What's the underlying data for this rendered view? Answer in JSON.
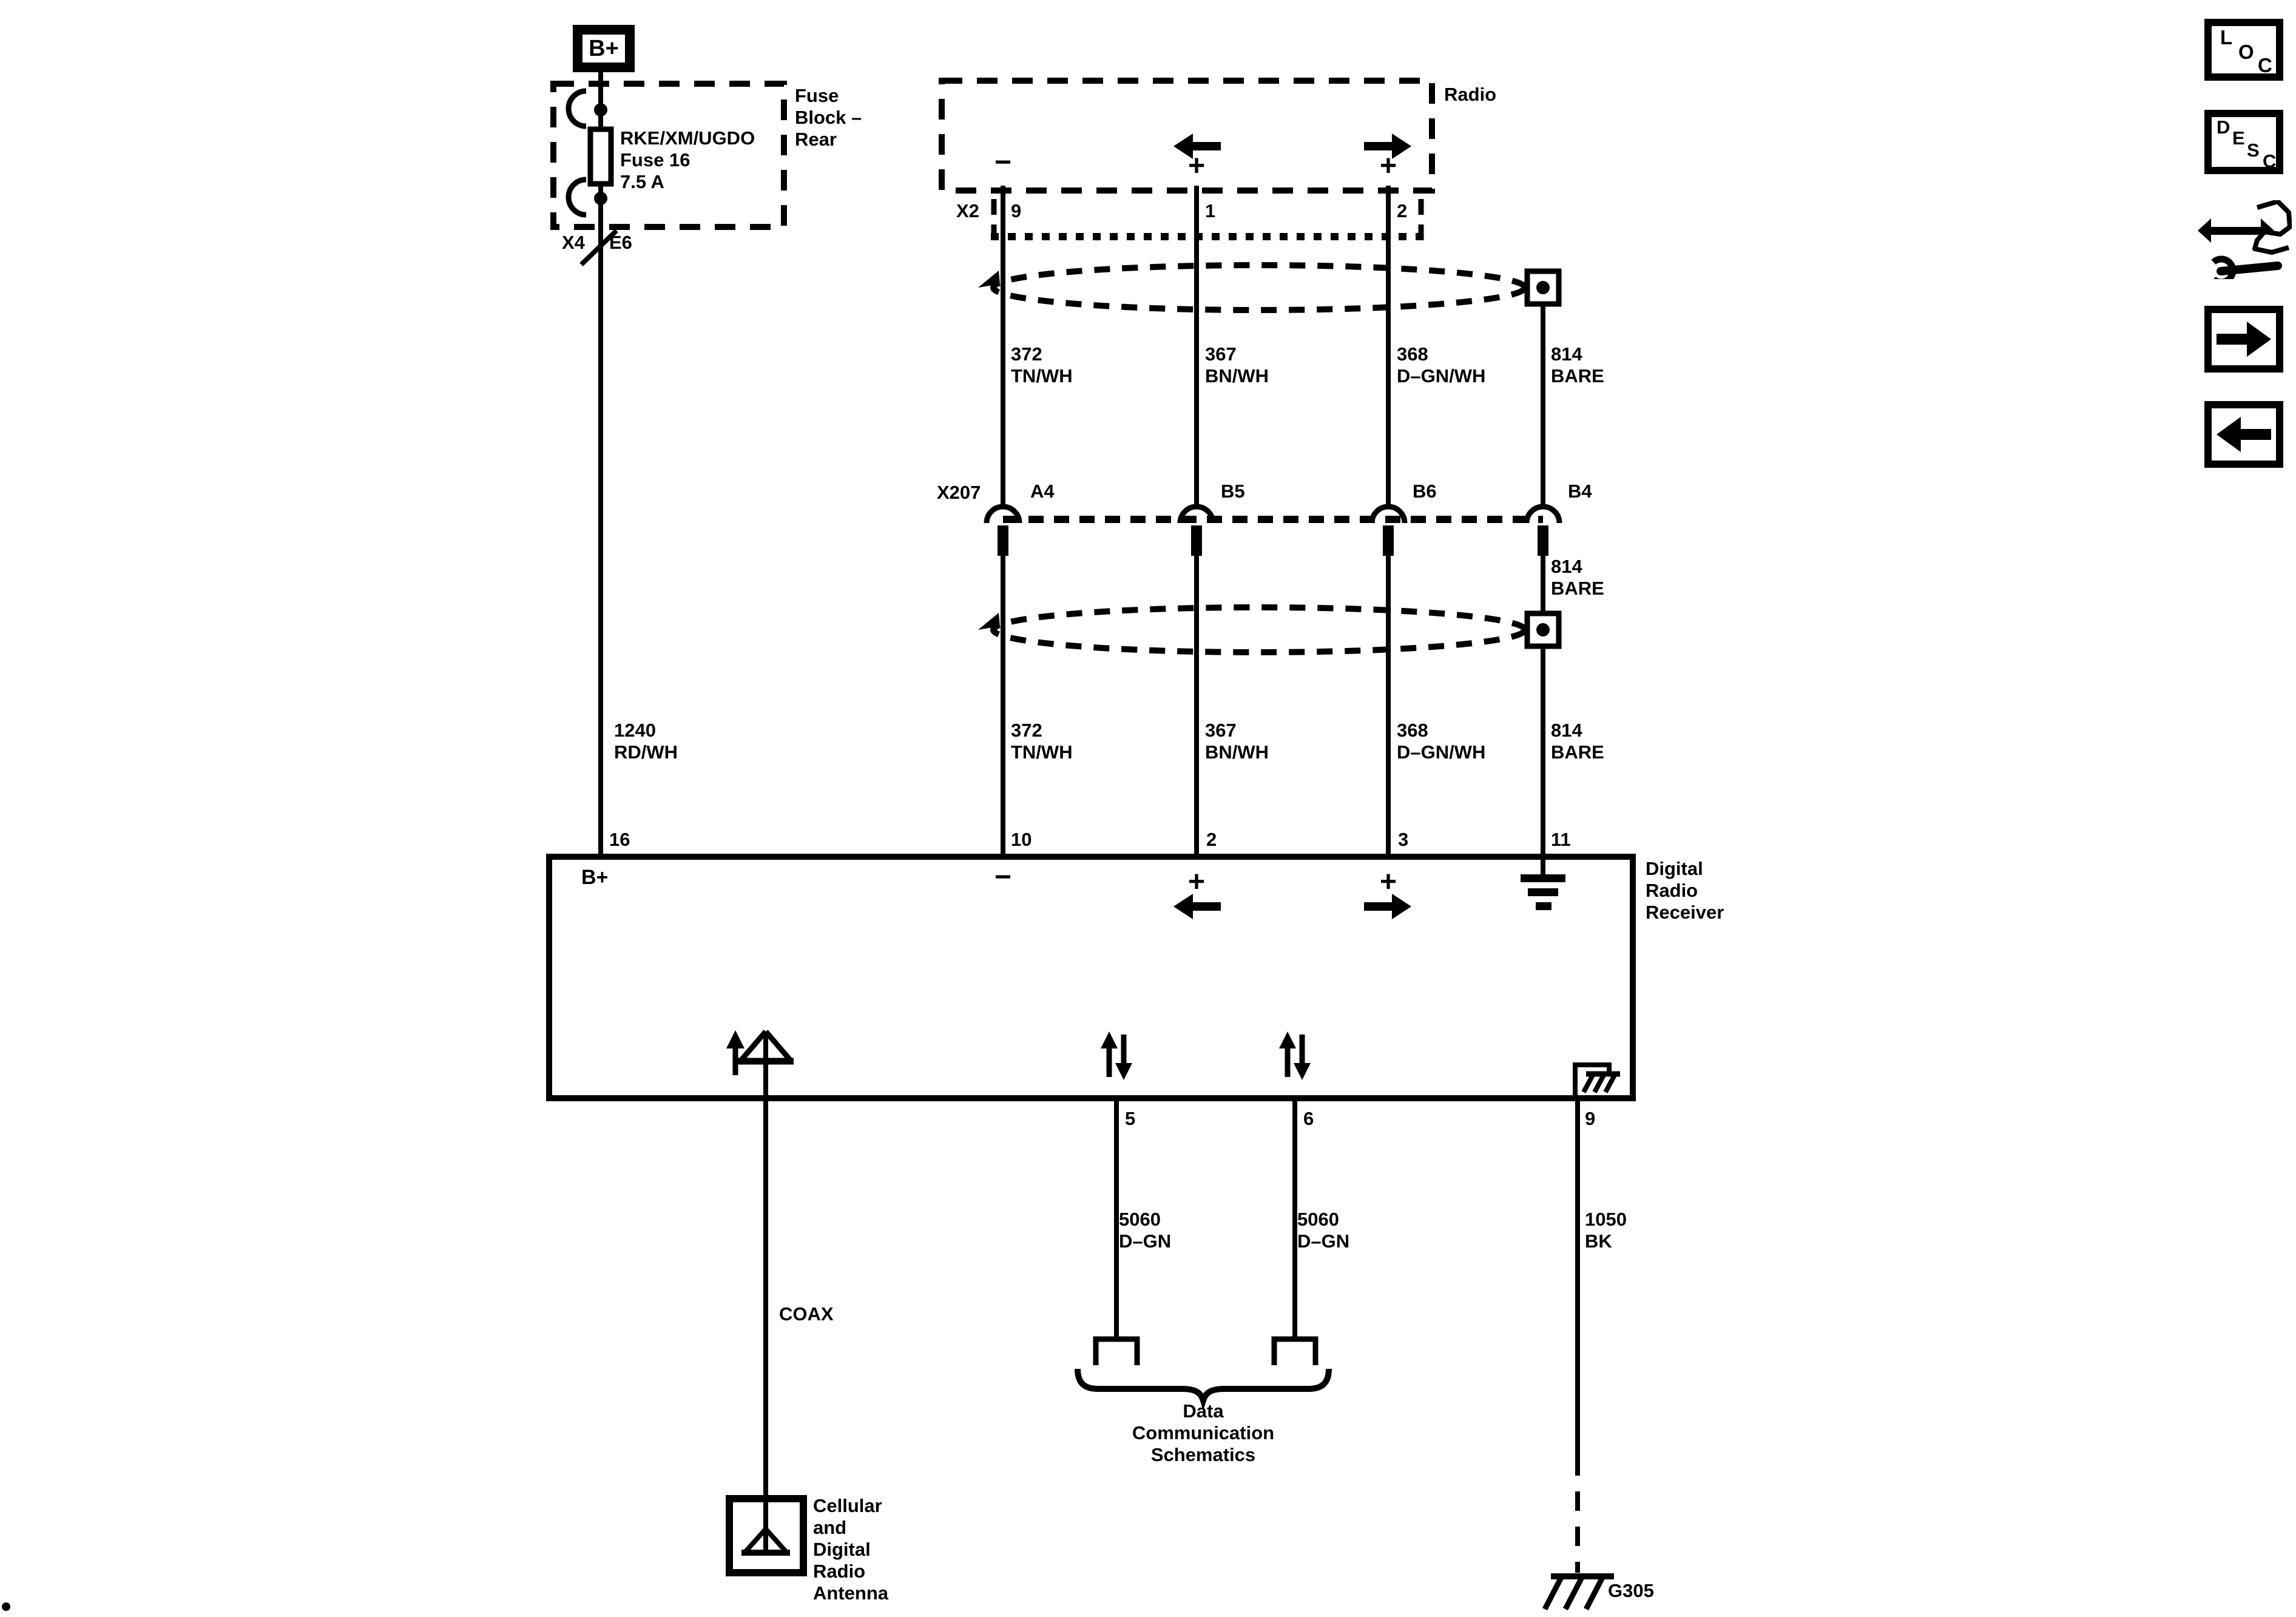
{
  "page": {
    "background": "#ffffff",
    "line_color": "#000000"
  },
  "battery": {
    "label": "B+"
  },
  "fuse_block": {
    "title": [
      "Fuse",
      "Block –",
      "Rear"
    ],
    "fuse": [
      "RKE/XM/UGDO",
      "Fuse 16",
      "7.5 A"
    ],
    "conn_a": "X4",
    "conn_b": "E6"
  },
  "radio": {
    "title": "Radio",
    "minus": "−",
    "plus_left": "+",
    "plus_right": "+",
    "connector": "X2",
    "pins": [
      "9",
      "1",
      "2"
    ]
  },
  "upper_wires": [
    {
      "circuit": "372",
      "color": "TN/WH"
    },
    {
      "circuit": "367",
      "color": "BN/WH"
    },
    {
      "circuit": "368",
      "color": "D–GN/WH"
    },
    {
      "circuit": "814",
      "color": "BARE"
    }
  ],
  "x207": {
    "label": "X207",
    "pins": [
      "A4",
      "B5",
      "B6",
      "B4"
    ]
  },
  "mid_shield": {
    "circuit": "814",
    "color": "BARE"
  },
  "lower_wires": [
    {
      "circuit": "1240",
      "color": "RD/WH"
    },
    {
      "circuit": "372",
      "color": "TN/WH"
    },
    {
      "circuit": "367",
      "color": "BN/WH"
    },
    {
      "circuit": "368",
      "color": "D–GN/WH"
    },
    {
      "circuit": "814",
      "color": "BARE"
    }
  ],
  "receiver": {
    "title": [
      "Digital",
      "Radio",
      "Receiver"
    ],
    "top_pins": [
      "16",
      "10",
      "2",
      "3",
      "11"
    ],
    "b_plus": "B+",
    "minus": "−",
    "plus_left": "+",
    "plus_right": "+",
    "bottom_pins": [
      "5",
      "6",
      "9"
    ]
  },
  "bottom_wires": [
    {
      "circuit": "5060",
      "color": "D–GN"
    },
    {
      "circuit": "5060",
      "color": "D–GN"
    },
    {
      "circuit": "1050",
      "color": "BK"
    }
  ],
  "coax_label": "COAX",
  "antenna": {
    "title": [
      "Cellular",
      "and",
      "Digital",
      "Radio",
      "Antenna"
    ]
  },
  "data_comm": {
    "title": [
      "Data",
      "Communication",
      "Schematics"
    ]
  },
  "ground_label": "G305",
  "sidebar": {
    "loc_letters": [
      "L",
      "O",
      "C"
    ],
    "desc_letters": [
      "D",
      "E",
      "S",
      "C"
    ],
    "icons": [
      "loc-button",
      "desc-button",
      "adjust-tool-icon",
      "next-arrow-button",
      "back-arrow-button"
    ]
  }
}
